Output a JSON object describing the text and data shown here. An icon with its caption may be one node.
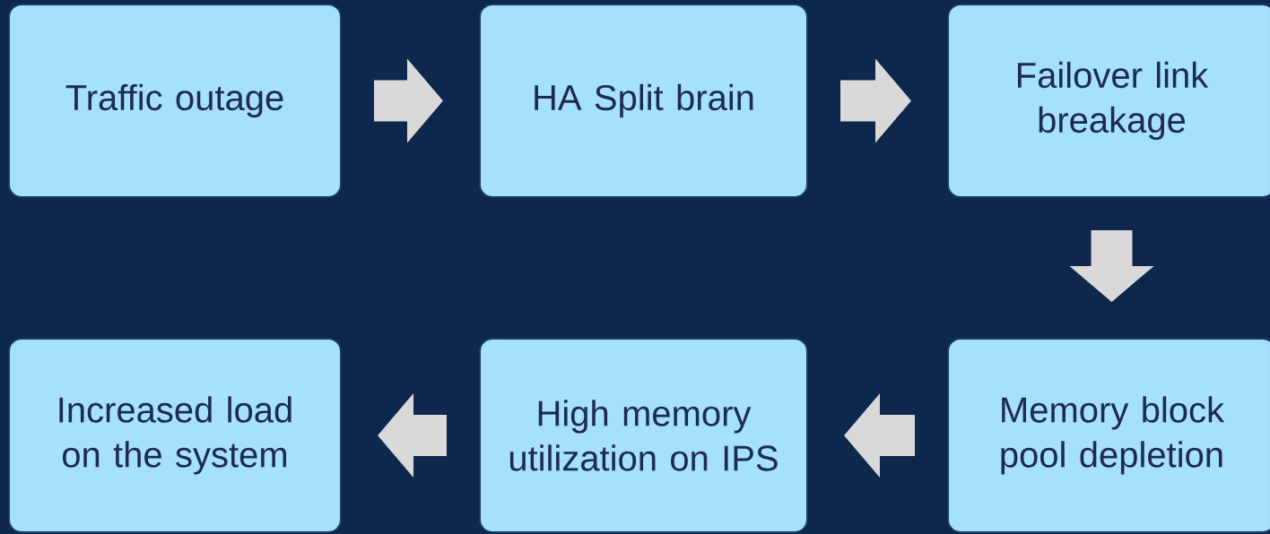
{
  "diagram": {
    "nodes": [
      {
        "text": [
          "Traffic outage"
        ]
      },
      {
        "text": [
          "HA Split brain"
        ]
      },
      {
        "text": [
          "Failover link breakage"
        ]
      },
      {
        "text": [
          "Memory block pool depletion"
        ]
      },
      {
        "text": [
          "High memory utilization on IPS"
        ]
      },
      {
        "text": [
          "Increased load on the system"
        ]
      }
    ],
    "edges": [
      {
        "from": 0,
        "to": 1,
        "arrow": "to"
      },
      {
        "from": 1,
        "to": 2,
        "arrow": "to"
      },
      {
        "from": 2,
        "to": 3,
        "arrow": "to"
      },
      {
        "from": 3,
        "to": 4,
        "arrow": "to"
      },
      {
        "from": 4,
        "to": 5,
        "arrow": "to"
      }
    ]
  }
}
